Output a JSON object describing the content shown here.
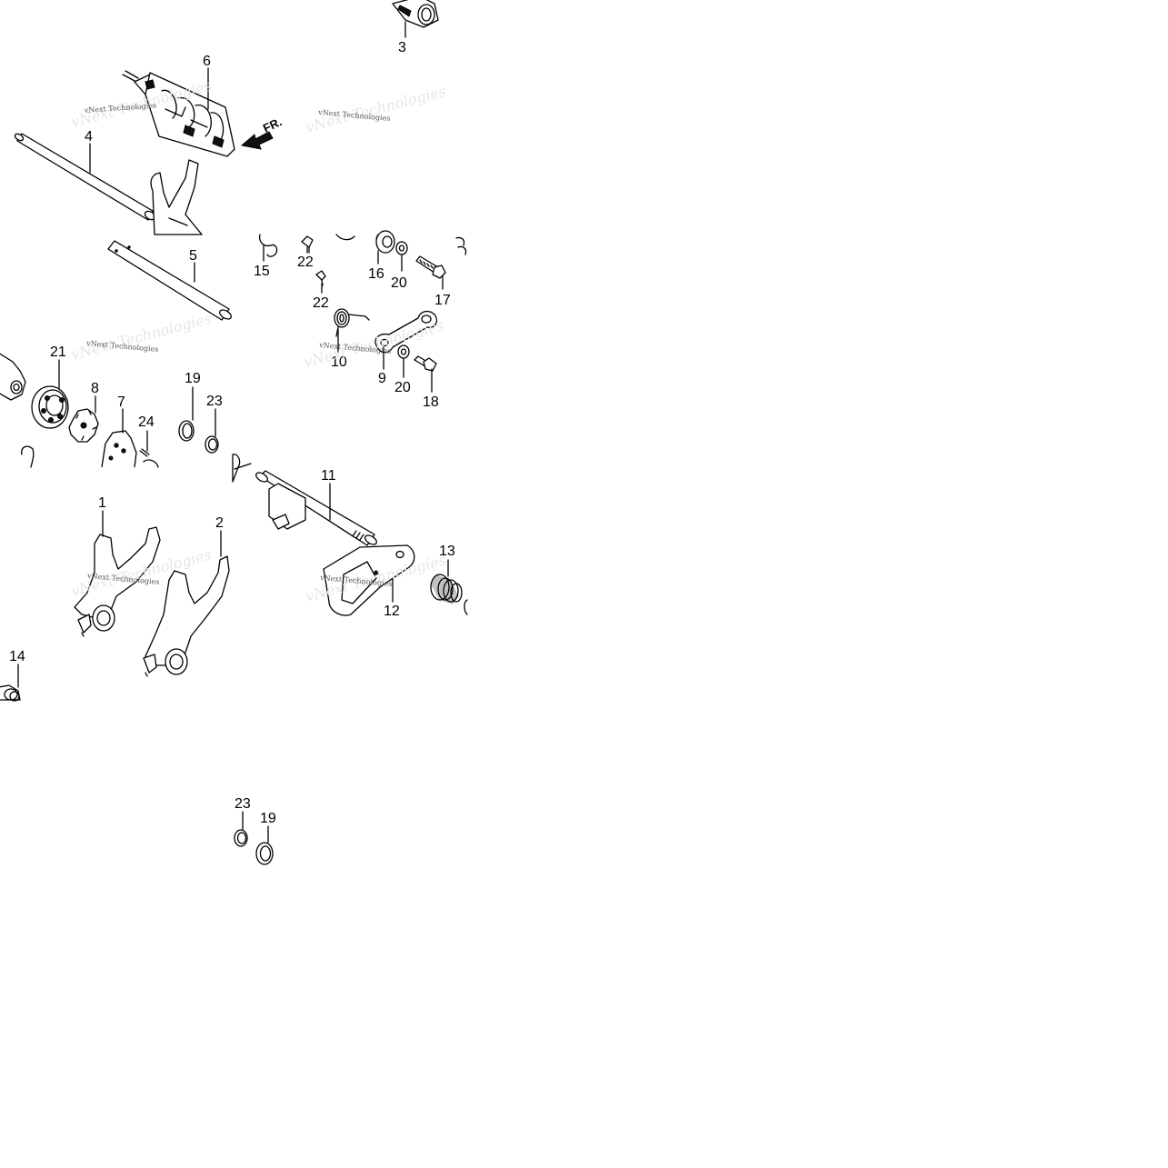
{
  "diagram": {
    "direction_label": "FR.",
    "watermark": "vNext Technologies",
    "callouts": [
      {
        "id": "c3",
        "text": "3"
      },
      {
        "id": "c6",
        "text": "6"
      },
      {
        "id": "c4",
        "text": "4"
      },
      {
        "id": "c5",
        "text": "5"
      },
      {
        "id": "c15",
        "text": "15"
      },
      {
        "id": "c22a",
        "text": "22"
      },
      {
        "id": "c16",
        "text": "16"
      },
      {
        "id": "c20a",
        "text": "20"
      },
      {
        "id": "c17",
        "text": "17"
      },
      {
        "id": "c22b",
        "text": "22"
      },
      {
        "id": "c10",
        "text": "10"
      },
      {
        "id": "c9",
        "text": "9"
      },
      {
        "id": "c20b",
        "text": "20"
      },
      {
        "id": "c18",
        "text": "18"
      },
      {
        "id": "c21",
        "text": "21"
      },
      {
        "id": "c8",
        "text": "8"
      },
      {
        "id": "c7",
        "text": "7"
      },
      {
        "id": "c24",
        "text": "24"
      },
      {
        "id": "c19a",
        "text": "19"
      },
      {
        "id": "c23a",
        "text": "23"
      },
      {
        "id": "c11",
        "text": "11"
      },
      {
        "id": "c1",
        "text": "1"
      },
      {
        "id": "c2",
        "text": "2"
      },
      {
        "id": "c13",
        "text": "13"
      },
      {
        "id": "c12",
        "text": "12"
      },
      {
        "id": "c14",
        "text": "14"
      },
      {
        "id": "c23b",
        "text": "23"
      },
      {
        "id": "c19b",
        "text": "19"
      }
    ]
  }
}
